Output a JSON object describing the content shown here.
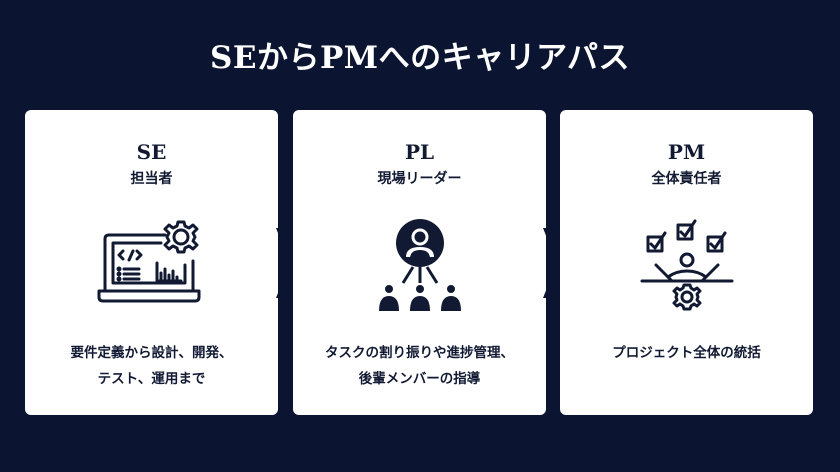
{
  "title": "SEからPMへのキャリアパス",
  "colors": {
    "background": "#0b1430",
    "card": "#ffffff",
    "text_dark": "#121a33",
    "title_text": "#ffffff"
  },
  "stages": [
    {
      "role": "SE",
      "role_sub": "担当者",
      "icon": "laptop-code-gear-icon",
      "desc_line1": "要件定義から設計、開発、",
      "desc_line2": "テスト、運用まで"
    },
    {
      "role": "PL",
      "role_sub": "現場リーダー",
      "icon": "team-leader-hierarchy-icon",
      "desc_line1": "タスクの割り振りや進捗管理、",
      "desc_line2": "後輩メンバーの指導"
    },
    {
      "role": "PM",
      "role_sub": "全体責任者",
      "icon": "manager-checklist-gear-icon",
      "desc_line1": "プロジェクト全体の統括",
      "desc_line2": ""
    }
  ],
  "connectors": [
    "chevron-right-icon",
    "chevron-right-icon"
  ]
}
